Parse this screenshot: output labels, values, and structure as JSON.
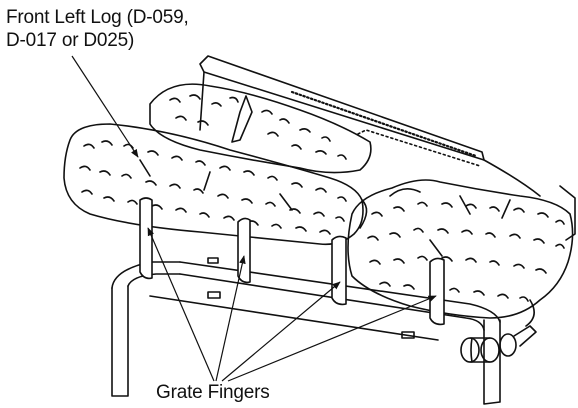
{
  "callouts": {
    "front_left_log": {
      "line1": "Front Left Log (D-059,",
      "line2": "D-017 or D025)"
    },
    "grate_fingers": {
      "label": "Grate Fingers"
    }
  }
}
